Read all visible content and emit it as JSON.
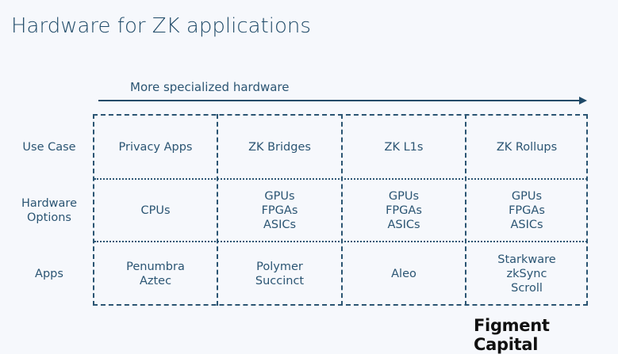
{
  "title": "Hardware for ZK applications",
  "arrow_label": "More specialized hardware",
  "row_labels": [
    [
      "Use Case"
    ],
    [
      "Hardware",
      "Options"
    ],
    [
      "Apps"
    ]
  ],
  "columns": [
    {
      "use_case": "Privacy Apps",
      "hardware": [
        "CPUs"
      ],
      "apps": [
        "Penumbra",
        "Aztec"
      ]
    },
    {
      "use_case": "ZK Bridges",
      "hardware": [
        "GPUs",
        "FPGAs",
        "ASICs"
      ],
      "apps": [
        "Polymer",
        "Succinct"
      ]
    },
    {
      "use_case": "ZK L1s",
      "hardware": [
        "GPUs",
        "FPGAs",
        "ASICs"
      ],
      "apps": [
        "Aleo"
      ]
    },
    {
      "use_case": "ZK Rollups",
      "hardware": [
        "GPUs",
        "FPGAs",
        "ASICs"
      ],
      "apps": [
        "Starkware",
        "zkSync",
        "Scroll"
      ]
    }
  ],
  "logo": "Figment Capital"
}
